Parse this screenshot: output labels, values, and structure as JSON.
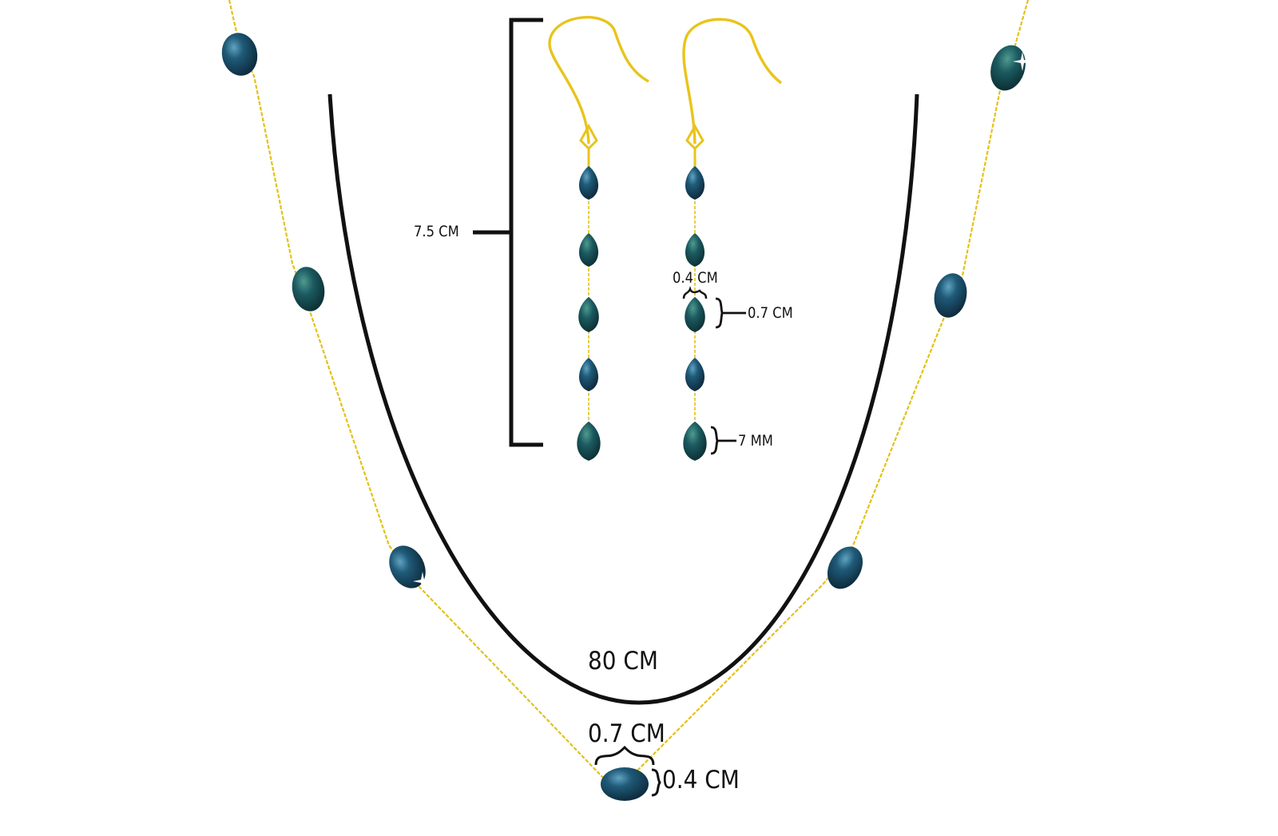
{
  "product": {
    "necklace": {
      "length_label": "80 CM",
      "pearl_width_label": "0.7 CM",
      "pearl_height_label": "0.4 CM"
    },
    "earrings": {
      "length_label": "7.5 CM",
      "pearl_width_label": "0.4 CM",
      "pearl_height_label": "0.7 CM",
      "pearl_size_label": "7 MM"
    }
  },
  "colors": {
    "background": "#ffffff",
    "gold_chain": "#e2c21a",
    "gold_hook": "#e8c41c",
    "pearl_dark": "#0f2e42",
    "pearl_mid": "#1f5a78",
    "pearl_highlight": "#5fa3c0",
    "dimension_line": "#111111"
  }
}
